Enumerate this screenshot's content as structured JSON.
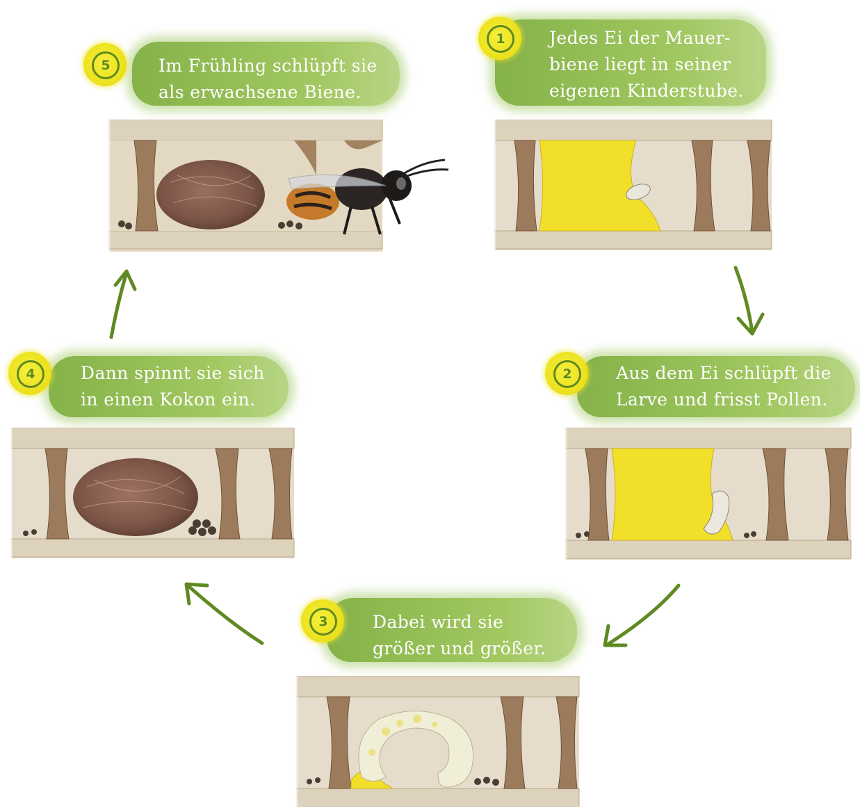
{
  "steps": [
    {
      "number": "1",
      "text_line1": "Jedes Ei der Mauer-",
      "text_line2": "biene liegt in seiner",
      "text_line3": "eigenen Kinderstube."
    },
    {
      "number": "2",
      "text_line1": "Aus dem Ei schlüpft die",
      "text_line2": "Larve und frisst Pollen."
    },
    {
      "number": "3",
      "text_line1": "Dabei wird sie",
      "text_line2": "größer und größer."
    },
    {
      "number": "4",
      "text_line1": "Dann spinnt sie sich",
      "text_line2": "in einen Kokon ein."
    },
    {
      "number": "5",
      "text_line1": "Im Frühling schlüpft sie",
      "text_line2": "als erwachsene Biene."
    }
  ],
  "colors": {
    "banner_green": "#93bd55",
    "badge_yellow": "#ece21f",
    "arrow_green": "#5f8a22",
    "pollen_yellow": "#f2df2a",
    "wall_brown": "#9c7b5c",
    "wood_beige": "#ddd2bc"
  },
  "icons": [
    "bee-icon",
    "egg-icon",
    "larva-icon",
    "cocoon-icon",
    "pollen-icon",
    "arrow-icon"
  ]
}
